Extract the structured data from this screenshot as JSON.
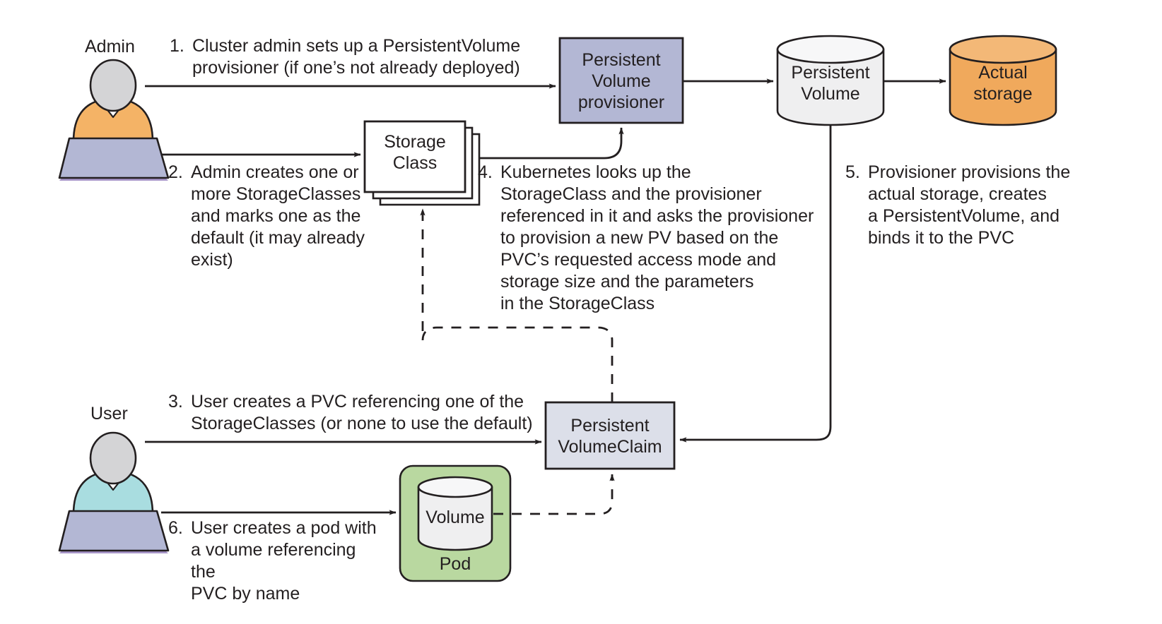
{
  "diagram": {
    "title": "Kubernetes dynamic PersistentVolume provisioning flow",
    "colors": {
      "stroke": "#231f20",
      "text": "#231f20",
      "provisioner_fill": "#b3b7d4",
      "pvc_fill": "#dcdfe9",
      "pv_cylinder_fill": "#efeff0",
      "pv_cylinder_top": "#f7f7f8",
      "actual_storage_fill": "#f0a95c",
      "actual_storage_top": "#f3b877",
      "pod_fill": "#b9d8a0",
      "volume_fill": "#efeff0",
      "admin_shirt": "#f4b366",
      "user_shirt": "#a9dde0",
      "head_fill": "#d4d4d6",
      "laptop_fill": "#b3b7d4",
      "laptop_shadow": "#a795c9",
      "storage_class_fill": "#ffffff"
    }
  },
  "actors": {
    "admin": {
      "label": "Admin"
    },
    "user": {
      "label": "User"
    }
  },
  "nodes": {
    "storage_class": {
      "label": "Storage\nClass"
    },
    "provisioner": {
      "label": "Persistent\nVolume\nprovisioner"
    },
    "persistent_volume": {
      "label": "Persistent\nVolume"
    },
    "actual_storage": {
      "label": "Actual\nstorage"
    },
    "pvc": {
      "label": "Persistent\nVolumeClaim"
    },
    "pod": {
      "label": "Pod"
    },
    "volume": {
      "label": "Volume"
    }
  },
  "steps": [
    {
      "num": "1.",
      "text": "Cluster admin sets up a PersistentVolume\nprovisioner (if one’s not already deployed)"
    },
    {
      "num": "2.",
      "text": "Admin creates one or\nmore StorageClasses\nand marks one as the\ndefault (it may already\nexist)"
    },
    {
      "num": "3.",
      "text": "User creates a PVC referencing one of the\nStorageClasses (or none to use the default)"
    },
    {
      "num": "4.",
      "text": "Kubernetes looks up the\nStorageClass and the provisioner\nreferenced in it and asks the provisioner\nto provision a new PV based on the\nPVC’s requested access mode and\nstorage size and the parameters\nin the StorageClass"
    },
    {
      "num": "5.",
      "text": "Provisioner provisions the\nactual storage, creates\na PersistentVolume, and\nbinds it to the PVC"
    },
    {
      "num": "6.",
      "text": "User creates a pod with\na volume referencing the\nPVC by name"
    }
  ]
}
